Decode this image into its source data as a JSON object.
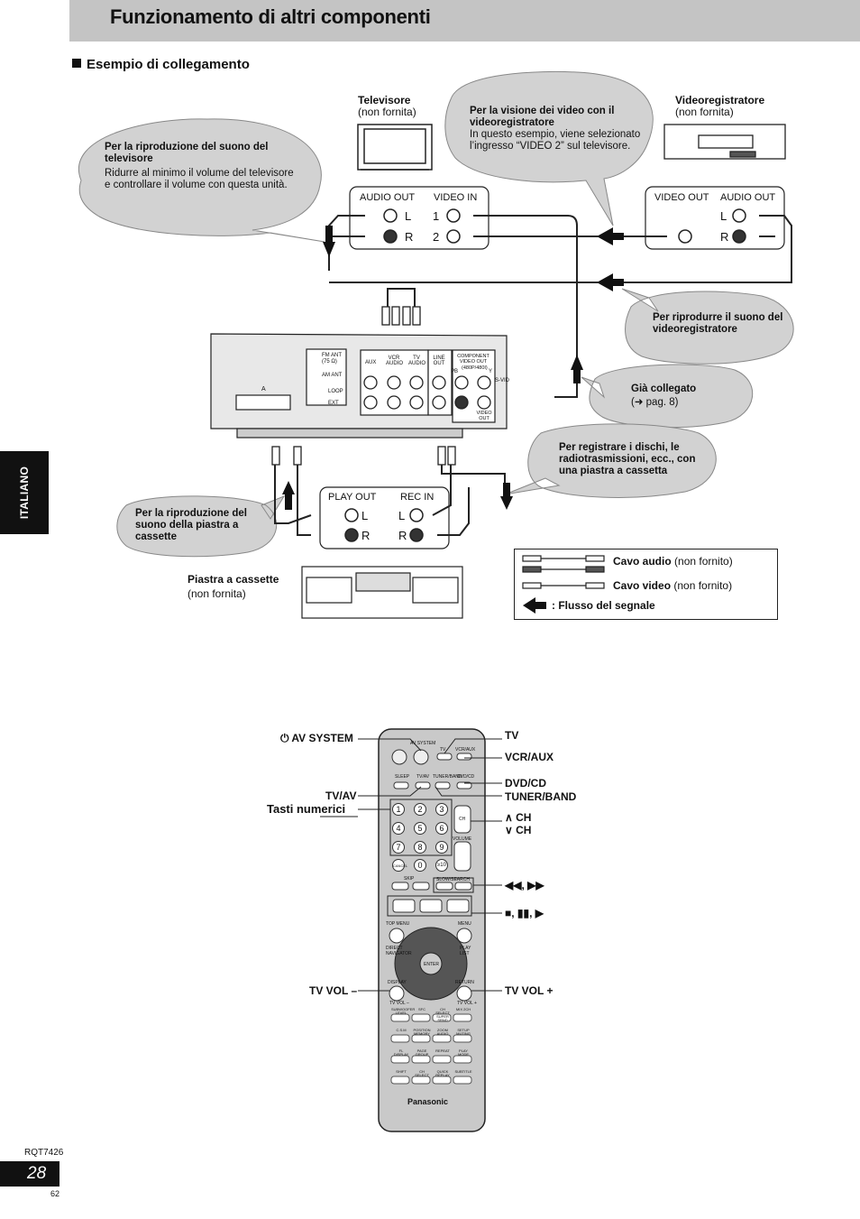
{
  "header": {
    "title": "Funzionamento di altri componenti"
  },
  "section": {
    "heading": "Esempio di collegamento"
  },
  "side_tab": {
    "label": "ITALIANO"
  },
  "devices": {
    "tv": {
      "name": "Televisore",
      "note": "(non fornita)"
    },
    "vcr": {
      "name": "Videoregistratore",
      "note": "(non fornita)"
    },
    "cassette": {
      "name": "Piastra a cassette",
      "note": "(non fornita)"
    }
  },
  "jacks": {
    "audio_out": "AUDIO OUT",
    "video_in": "VIDEO IN",
    "video_out": "VIDEO OUT",
    "play_out": "PLAY OUT",
    "rec_in": "REC IN",
    "l": "L",
    "r": "R",
    "one": "1",
    "two": "2"
  },
  "bubbles": {
    "tv_sound": {
      "title": "Per la riproduzione del suono del televisore",
      "body": "Ridurre al minimo il volume del televisore e controllare il volume con questa unità."
    },
    "vcr_view": {
      "title": "Per la visione dei video con il videoregistratore",
      "body": "In questo esempio, viene selezionato l’ingresso “VIDEO 2” sul televisore."
    },
    "vcr_sound": {
      "title": "Per riprodurre il suono del videoregistratore"
    },
    "connected": {
      "title": "Già collegato",
      "body": "(➜ pag. 8)"
    },
    "record": {
      "title": "Per registrare i dischi, le radiotrasmissioni, ecc., con una piastra a cassetta"
    },
    "cassette_sound": {
      "title": "Per la riproduzione del suono della piastra a cassette"
    }
  },
  "legend": {
    "audio": "Cavo audio",
    "audio_note": "(non fornito)",
    "video": "Cavo video",
    "video_note": "(non fornito)",
    "flow": ": Flusso del segnale"
  },
  "unit_panel": {
    "fm_ant": "FM ANT",
    "ohm": "(75 Ω)",
    "am_ant": "AM ANT",
    "loop": "LOOP",
    "ext": "EXT",
    "aux": "AUX",
    "vcr_audio": "VCR AUDIO",
    "tv_audio": "TV AUDIO",
    "line_out": "LINE OUT",
    "component": "COMPONENT VIDEO OUT",
    "res": "(480P/480I)",
    "video_out_small": "VIDEO OUT",
    "svideo": "S-VID",
    "pb": "PB",
    "y": "Y",
    "a": "A"
  },
  "remote_labels": {
    "av_system": "AV SYSTEM",
    "tv": "TV",
    "vcr_aux": "VCR/AUX",
    "tv_av": "TV/AV",
    "numeric": "Tasti numerici",
    "dvd_cd": "DVD/CD",
    "tuner_band": "TUNER/BAND",
    "ch_up": "∧ CH",
    "ch_down": "∨ CH",
    "search": "◀◀, ▶▶",
    "transport": "■, ▮▮, ▶",
    "tv_vol_minus": "TV VOL –",
    "tv_vol_plus": "TV VOL +"
  },
  "remote": {
    "brand": "Panasonic",
    "av_system": "AV SYSTEM",
    "tv": "TV",
    "vcr_aux": "VCR/AUX",
    "sleep": "SLEEP",
    "tv_av": "TV/AV",
    "tuner_band": "TUNER/BAND",
    "dvd_cd": "DVD/CD",
    "keys": [
      "1",
      "2",
      "3",
      "4",
      "5",
      "6",
      "7",
      "8",
      "9",
      "0",
      "≥10"
    ],
    "ch": "CH",
    "volume": "VOLUME",
    "cancel": "CANCEL",
    "skip": "SKIP",
    "slow_search": "SLOW/SEARCH",
    "top_menu": "TOP MENU",
    "menu": "MENU",
    "direct_nav": "DIRECT NAVIGATOR",
    "play_list": "PLAY LIST",
    "enter": "ENTER",
    "display": "DISPLAY",
    "return": "RETURN",
    "tv_vol_minus": "TV VOL –",
    "tv_vol_plus": "TV VOL +",
    "row1": [
      "SUBWOOFER LEVEL",
      "SFC",
      "CH SELECT SUPER SRND",
      "MIX 2CH"
    ],
    "row2": [
      "C.S.M",
      "POSITION MEMORY",
      "ZOOM AUDIO",
      "SETUP MUTING"
    ],
    "row3": [
      "FL DISPLAY",
      "PAGE GROUP",
      "REPEAT",
      "PLAY MODE"
    ],
    "row4": [
      "SHIFT",
      "CH SELECT",
      "QUICK REPLAY",
      "SUBTITLE"
    ]
  },
  "footer": {
    "model": "RQT7426",
    "page": "28",
    "sub": "62"
  }
}
